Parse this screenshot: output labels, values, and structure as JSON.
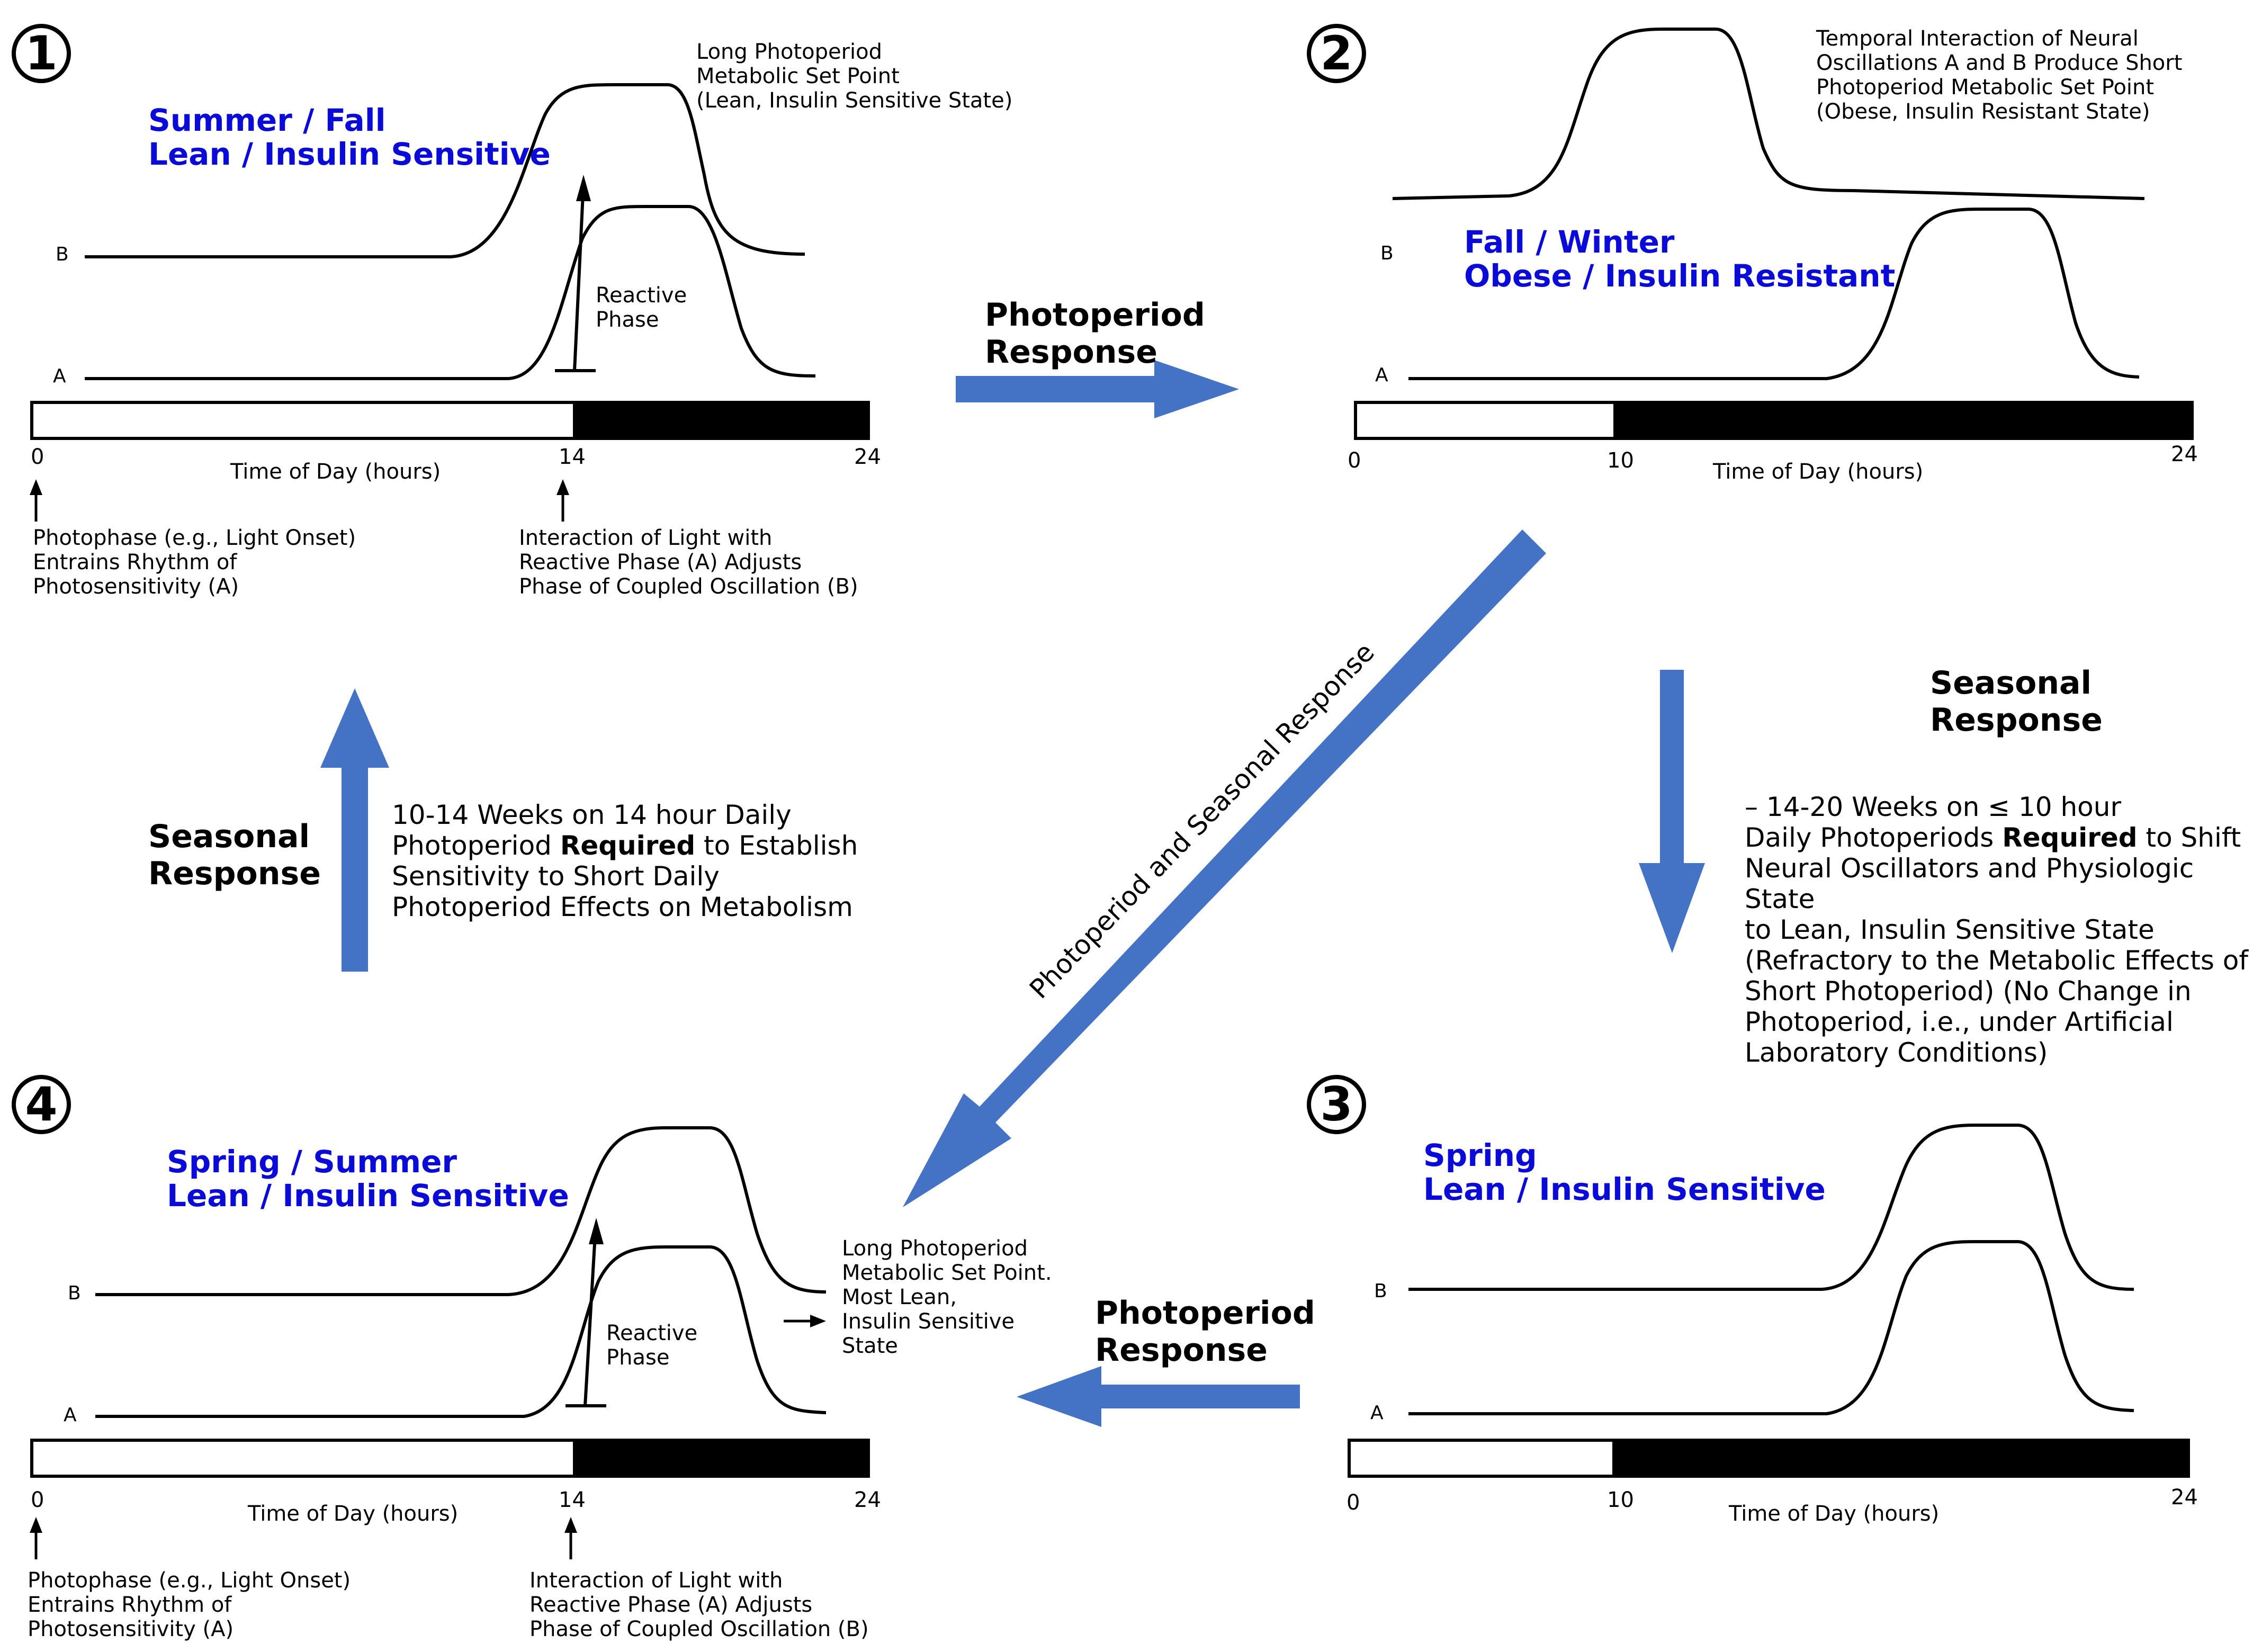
{
  "colors": {
    "accent_blue": "#0b0bd8",
    "arrow_blue": "#4472c4",
    "line": "#000000"
  },
  "panels": {
    "p1": {
      "number": "1",
      "season": "Summer / Fall\nLean / Insulin Sensitive",
      "top_note": "Long Photoperiod\nMetabolic Set Point\n(Lean, Insulin Sensitive State)",
      "label_b": "B",
      "label_a": "A",
      "reactive": "Reactive\nPhase",
      "tick_0": "0",
      "tick_mid": "14",
      "tick_24": "24",
      "axis": "Time of Day (hours)",
      "note_left": "Photophase (e.g., Light Onset)\nEntrains Rhythm of\nPhotosensitivity (A)",
      "note_right": "Interaction of Light with\nReactive Phase (A) Adjusts\nPhase of Coupled Oscillation (B)"
    },
    "p2": {
      "number": "2",
      "season": "Fall / Winter\nObese / Insulin Resistant",
      "top_note": "Temporal Interaction of Neural\nOscillations A and B Produce Short\nPhotoperiod Metabolic Set Point\n(Obese, Insulin Resistant State)",
      "label_b": "B",
      "label_a": "A",
      "tick_0": "0",
      "tick_mid": "10",
      "tick_24": "24",
      "axis": "Time of Day (hours)"
    },
    "p3": {
      "number": "3",
      "season": "Spring\nLean / Insulin Sensitive",
      "label_b": "B",
      "label_a": "A",
      "tick_0": "0",
      "tick_mid": "10",
      "tick_24": "24",
      "axis": "Time of Day (hours)"
    },
    "p4": {
      "number": "4",
      "season": "Spring / Summer\nLean / Insulin Sensitive",
      "side_note": "Long Photoperiod\nMetabolic Set Point.\nMost Lean,\nInsulin Sensitive\nState",
      "label_b": "B",
      "label_a": "A",
      "reactive": "Reactive\nPhase",
      "tick_0": "0",
      "tick_mid": "14",
      "tick_24": "24",
      "axis": "Time of Day (hours)",
      "note_left": "Photophase (e.g., Light Onset)\nEntrains Rhythm of\nPhotosensitivity (A)",
      "note_right": "Interaction of Light with\nReactive Phase (A) Adjusts\nPhase of Coupled Oscillation (B)"
    }
  },
  "arrows": {
    "top": "Photoperiod\nResponse",
    "bottom": "Photoperiod\nResponse",
    "diagonal": "Photoperiod and Seasonal Response",
    "right_title": "Seasonal\nResponse",
    "right_text": "– 14-20 Weeks on ≤ 10 hour\nDaily Photoperiods  |Required| to Shift\nNeural Oscillators and Physiologic State\nto Lean, Insulin Sensitive State\n(Refractory to the Metabolic Effects of\nShort Photoperiod) (No Change in\nPhotoperiod, i.e., under Artificial\nLaboratory Conditions)",
    "left_title": "Seasonal\nResponse",
    "left_text": "10-14 Weeks on 14 hour Daily\nPhotoperiod |Required| to Establish\nSensitivity to Short Daily\nPhotoperiod Effects on Metabolism"
  }
}
